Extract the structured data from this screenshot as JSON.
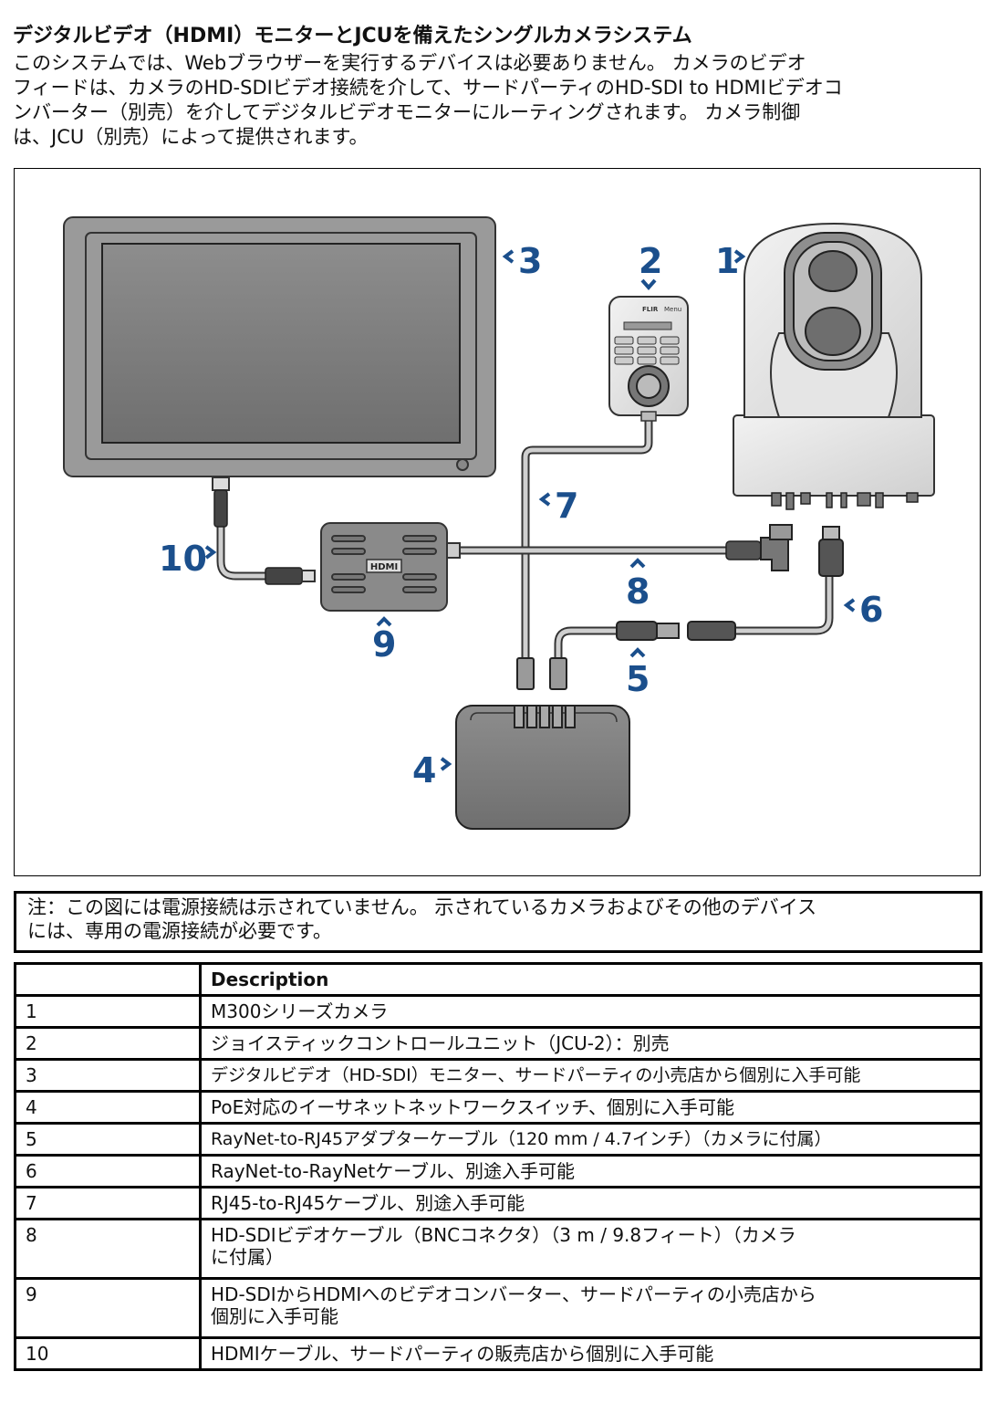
{
  "heading": "デジタルビデオ（HDMI）モニターとJCUを備えたシングルカメラシステム",
  "intro_lines": [
    "このシステムでは、Webブラウザーを実行するデバイスは必要ありません。 カメラのビデオ",
    "フィードは、カメラのHD-SDIビデオ接続を介して、サードパーティのHD-SDI to HDMIビデオコ",
    "ンバーター（別売）を介してデジタルビデオモニターにルーティングされます。 カメラ制御",
    "は、JCU（別売）によって提供されます。"
  ],
  "figure": {
    "callouts": [
      "1",
      "2",
      "3",
      "4",
      "5",
      "6",
      "7",
      "8",
      "9",
      "10"
    ],
    "hdmi_box_text": "HDMI",
    "jcu_brand": "FLIR",
    "jcu_menu": "Menu"
  },
  "note_lines": [
    "注：この図には電源接続は示されていません。 示されているカメラおよびその他のデバイス",
    "には、専用の電源接続が必要です。"
  ],
  "table": {
    "header": [
      "",
      "Description"
    ],
    "rows": [
      {
        "num": "1",
        "desc": "M300シリーズカメラ"
      },
      {
        "num": "2",
        "desc": "ジョイスティックコントロールユニット（JCU-2）：別売"
      },
      {
        "num": "3",
        "desc": "デジタルビデオ（HD-SDI）モニター、サードパーティの小売店から個別に入手可能"
      },
      {
        "num": "4",
        "desc": "PoE対応のイーサネットネットワークスイッチ、個別に入手可能"
      },
      {
        "num": "5",
        "desc": "RayNet-to-RJ45アダプターケーブル（120 mm / 4.7インチ）（カメラに付属）"
      },
      {
        "num": "6",
        "desc": "RayNet-to-RayNetケーブル、別途入手可能"
      },
      {
        "num": "7",
        "desc": "RJ45-to-RJ45ケーブル、別途入手可能"
      },
      {
        "num": "8",
        "desc_lines": [
          "HD-SDIビデオケーブル（BNCコネクタ）（3 m / 9.8フィート）（カメラ",
          "に付属）"
        ]
      },
      {
        "num": "9",
        "desc_lines": [
          "HD-SDIからHDMIへのビデオコンバーター、サードパーティの小売店から",
          "個別に入手可能"
        ]
      },
      {
        "num": "10",
        "desc": "HDMIケーブル、サードパーティの販売店から個別に入手可能"
      }
    ]
  }
}
